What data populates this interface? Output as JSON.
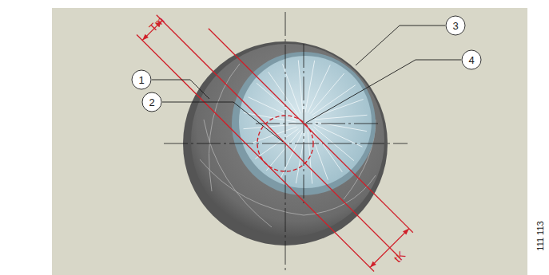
{
  "diagram": {
    "labels": [
      "1",
      "2",
      "3",
      "4",
      "Tm",
      "tK",
      "111 113"
    ]
  }
}
